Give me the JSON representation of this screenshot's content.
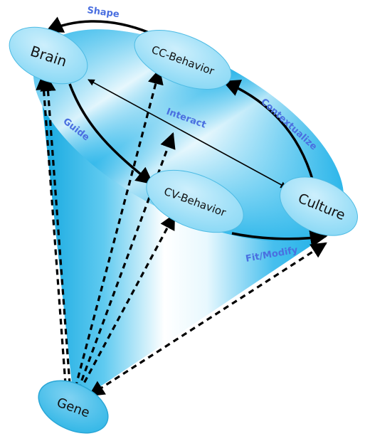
{
  "colors": {
    "cone_edge": "#11a9e3",
    "cone_light": "#ffffff",
    "node_fill": "#7fd6f6",
    "node_fill_light": "#c4ecfb",
    "node_stroke": "#4dbbe4",
    "label_blue": "#4a6fe0",
    "arrow": "#000000"
  },
  "nodes": {
    "brain": "Brain",
    "cc_behavior": "CC-Behavior",
    "cv_behavior": "CV-Behavior",
    "culture": "Culture",
    "gene": "Gene"
  },
  "edges": {
    "shape": "Shape",
    "guide": "Guide",
    "interact": "Interact",
    "contextualize": "Contextualize",
    "fit_modify": "Fit/Modify"
  }
}
